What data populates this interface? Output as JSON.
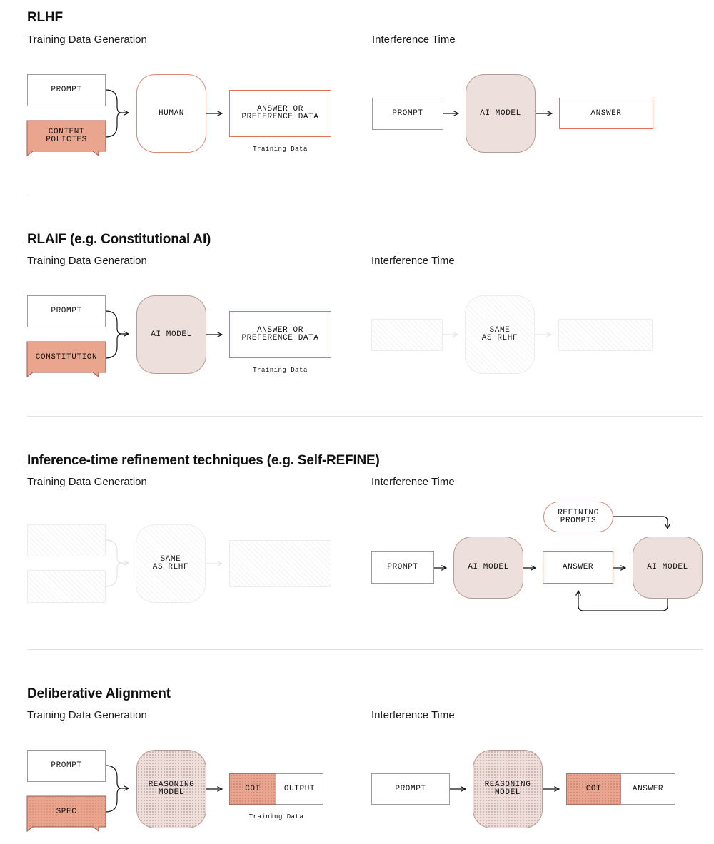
{
  "sections": {
    "rlhf": {
      "title": "RLHF",
      "training_heading": "Training Data Generation",
      "inference_heading": "Interference Time",
      "prompt": "PROMPT",
      "policies": "CONTENT\nPOLICIES",
      "human": "HUMAN",
      "answer_pref": "ANSWER OR\nPREFERENCE DATA",
      "training_data": "Training Data",
      "inf_prompt": "PROMPT",
      "inf_model": "AI MODEL",
      "inf_answer": "ANSWER"
    },
    "rlaif": {
      "title": "RLAIF (e.g. Constitutional AI)",
      "training_heading": "Training Data Generation",
      "inference_heading": "Interference Time",
      "prompt": "PROMPT",
      "constitution": "CONSTITUTION",
      "model": "AI MODEL",
      "answer_pref": "ANSWER OR\nPREFERENCE DATA",
      "training_data": "Training Data",
      "same": "SAME\nAS RLHF"
    },
    "refine": {
      "title": "Inference-time refinement techniques (e.g. Self-REFINE)",
      "training_heading": "Training Data Generation",
      "inference_heading": "Interference Time",
      "same": "SAME\nAS RLHF",
      "refining_prompts": "REFINING\nPROMPTS",
      "prompt": "PROMPT",
      "model1": "AI MODEL",
      "answer": "ANSWER",
      "model2": "AI MODEL"
    },
    "deliberative": {
      "title": "Deliberative Alignment",
      "training_heading": "Training Data Generation",
      "inference_heading": "Interference Time",
      "prompt": "PROMPT",
      "spec": "SPEC",
      "reasoning_model": "REASONING\nMODEL",
      "cot": "COT",
      "output": "OUTPUT",
      "training_data": "Training Data",
      "inf_prompt": "PROMPT",
      "inf_model": "REASONING\nMODEL",
      "inf_cot": "COT",
      "inf_answer": "ANSWER"
    }
  },
  "colors": {
    "accent": "#e2725b",
    "model_fill": "#ecdfdc",
    "policy_fill": "#eaa58e",
    "cot_fill": "#e8a690"
  }
}
